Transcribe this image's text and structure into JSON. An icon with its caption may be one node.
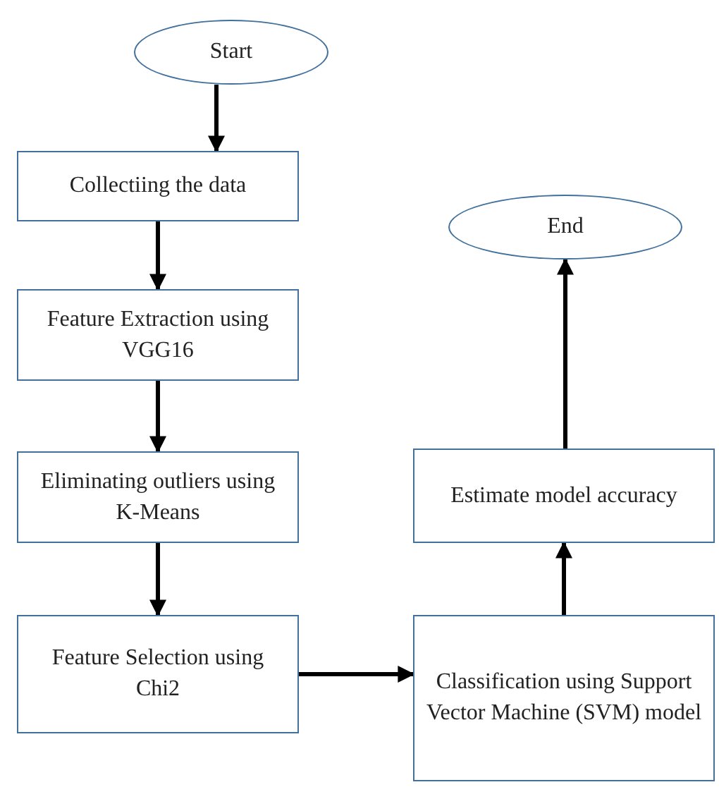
{
  "diagram": {
    "nodes": [
      {
        "text": [
          "Start"
        ]
      },
      {
        "text": [
          "Collectiing the data"
        ]
      },
      {
        "text": [
          "Feature Extraction using VGG16"
        ]
      },
      {
        "text": [
          "Eliminating outliers using K-Means"
        ]
      },
      {
        "text": [
          "Feature Selection using Chi2"
        ]
      },
      {
        "text": [
          "Classification using Support Vector Machine (SVM) model"
        ]
      },
      {
        "text": [
          "Estimate model accuracy"
        ]
      },
      {
        "text": [
          "End"
        ]
      }
    ],
    "edges": [
      {
        "from": 0,
        "to": 1,
        "arrow": "to"
      },
      {
        "from": 1,
        "to": 2,
        "arrow": "to"
      },
      {
        "from": 2,
        "to": 3,
        "arrow": "to"
      },
      {
        "from": 3,
        "to": 4,
        "arrow": "to"
      },
      {
        "from": 4,
        "to": 5,
        "arrow": "to"
      },
      {
        "from": 5,
        "to": 6,
        "arrow": "to"
      },
      {
        "from": 6,
        "to": 7,
        "arrow": "to"
      }
    ]
  }
}
